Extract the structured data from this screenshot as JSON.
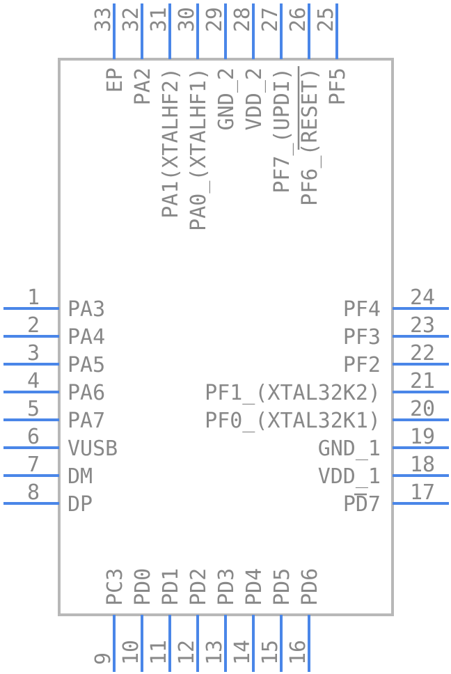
{
  "component": {
    "left_pins": [
      {
        "num": "1",
        "name": "PA3"
      },
      {
        "num": "2",
        "name": "PA4"
      },
      {
        "num": "3",
        "name": "PA5"
      },
      {
        "num": "4",
        "name": "PA6"
      },
      {
        "num": "5",
        "name": "PA7"
      },
      {
        "num": "6",
        "name": "VUSB"
      },
      {
        "num": "7",
        "name": "DM"
      },
      {
        "num": "8",
        "name": "DP"
      }
    ],
    "right_pins": [
      {
        "num": "24",
        "name": "PF4"
      },
      {
        "num": "23",
        "name": "PF3"
      },
      {
        "num": "22",
        "name": "PF2"
      },
      {
        "num": "21",
        "name": "PF1_(XTAL32K2)"
      },
      {
        "num": "20",
        "name": "PF0_(XTAL32K1)"
      },
      {
        "num": "19",
        "name": "GND_1"
      },
      {
        "num": "18",
        "name": "VDD_1"
      },
      {
        "num": "17",
        "name": "PD7"
      }
    ],
    "bottom_pins": [
      {
        "num": "9",
        "name": "PC3"
      },
      {
        "num": "10",
        "name": "PD0"
      },
      {
        "num": "11",
        "name": "PD1"
      },
      {
        "num": "12",
        "name": "PD2"
      },
      {
        "num": "13",
        "name": "PD3"
      },
      {
        "num": "14",
        "name": "PD4"
      },
      {
        "num": "15",
        "name": "PD5"
      },
      {
        "num": "16",
        "name": "PD6"
      }
    ],
    "top_pins": [
      {
        "num": "33",
        "name": "EP"
      },
      {
        "num": "32",
        "name": "PA2"
      },
      {
        "num": "31",
        "name": "PA1(XTALHF2)"
      },
      {
        "num": "30",
        "name": "PA0_(XTALHF1)"
      },
      {
        "num": "29",
        "name": "GND_2"
      },
      {
        "num": "28",
        "name": "VDD_2"
      },
      {
        "num": "27",
        "name": "PF7_(UPDI)"
      },
      {
        "num": "26",
        "name": "PF6_(RESET)"
      },
      {
        "num": "25",
        "name": "PF5"
      }
    ],
    "colors": {
      "pin": "#4a86e8",
      "outline": "#b8b8b8",
      "text": "#888888"
    }
  }
}
